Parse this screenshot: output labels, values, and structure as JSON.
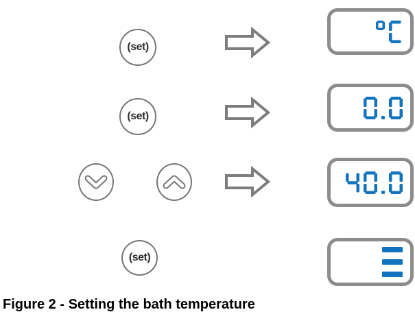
{
  "figure": {
    "caption": "Figure 2 - Setting the bath temperature"
  },
  "rows": [
    {
      "button_label": "(set)",
      "button_name": "set-button",
      "arrow_icon": "arrow-right-icon",
      "display_value": "°C"
    },
    {
      "button_label": "(set)",
      "button_name": "set-button",
      "arrow_icon": "arrow-right-icon",
      "display_value": "0.0"
    },
    {
      "buttons": [
        "chevron-down",
        "chevron-up"
      ],
      "arrow_icon": "arrow-right-icon",
      "display_value": "40.0"
    },
    {
      "button_label": "(set)",
      "button_name": "set-button",
      "display_value": "≡"
    }
  ],
  "colors": {
    "display_digit_blue": "#1273BE",
    "display_border_gray": "#8C8C8C",
    "control_outline_gray": "#767676",
    "arrow_gray": "#7D7D7D",
    "caption_black": "#000000"
  }
}
